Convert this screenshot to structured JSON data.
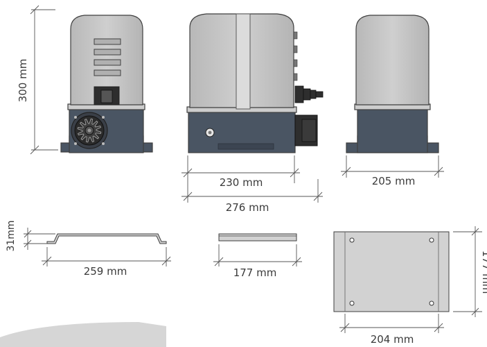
{
  "dimensions": {
    "height_total": "300 mm",
    "width_body": "230 mm",
    "width_total": "276 mm",
    "depth": "205 mm",
    "plate_height": "31mm",
    "plate_length": "259 mm",
    "plate_side_length": "177 mm",
    "plate_top_depth": "177 mm",
    "plate_top_width": "204 mm"
  },
  "colors": {
    "cover": "#c4c4c4",
    "cover_shade": "#a9a9a9",
    "base": "#4a5563",
    "base_dark": "#3c4552",
    "plate": "#d2d2d2",
    "strip": "#dcdcdc"
  }
}
